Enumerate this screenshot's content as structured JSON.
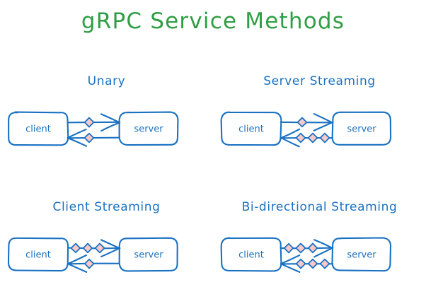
{
  "title": "gRPC Service Methods",
  "colors": {
    "title_green": "#2f9e44",
    "accent_blue": "#1971c2",
    "message_pink": "#fac8c8",
    "background": "#ffffff"
  },
  "nodes": {
    "client_label": "client",
    "server_label": "server"
  },
  "panels": [
    {
      "id": "unary",
      "title": "Unary",
      "request_messages": 1,
      "response_messages": 1,
      "request_direction": "client-to-server",
      "response_direction": "server-to-client"
    },
    {
      "id": "server-streaming",
      "title": "Server Streaming",
      "request_messages": 1,
      "response_messages": 3,
      "request_direction": "client-to-server",
      "response_direction": "server-to-client"
    },
    {
      "id": "client-streaming",
      "title": "Client Streaming",
      "request_messages": 3,
      "response_messages": 1,
      "request_direction": "client-to-server",
      "response_direction": "server-to-client"
    },
    {
      "id": "bidirectional-streaming",
      "title": "Bi-directional Streaming",
      "request_messages": 3,
      "response_messages": 3,
      "request_direction": "client-to-server",
      "response_direction": "server-to-client"
    }
  ]
}
